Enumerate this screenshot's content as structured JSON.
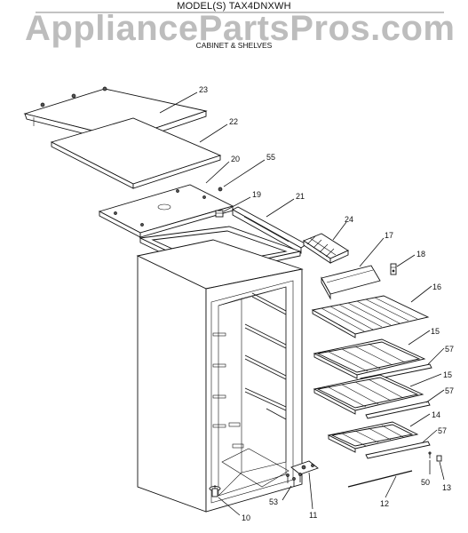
{
  "header": {
    "model": "MODEL(S) TAX4DNXWH",
    "watermark": "AppliancePartsPros.com",
    "section": "CABINET & SHELVES"
  },
  "callouts": [
    {
      "id": "c23",
      "number": "23"
    },
    {
      "id": "c22",
      "number": "22"
    },
    {
      "id": "c20",
      "number": "20"
    },
    {
      "id": "c55",
      "number": "55"
    },
    {
      "id": "c19",
      "number": "19"
    },
    {
      "id": "c21",
      "number": "21"
    },
    {
      "id": "c24",
      "number": "24"
    },
    {
      "id": "c17",
      "number": "17"
    },
    {
      "id": "c18",
      "number": "18"
    },
    {
      "id": "c16",
      "number": "16"
    },
    {
      "id": "c15a",
      "number": "15"
    },
    {
      "id": "c57a",
      "number": "57"
    },
    {
      "id": "c15b",
      "number": "15"
    },
    {
      "id": "c57b",
      "number": "57"
    },
    {
      "id": "c14",
      "number": "14"
    },
    {
      "id": "c57c",
      "number": "57"
    },
    {
      "id": "c50",
      "number": "50"
    },
    {
      "id": "c13",
      "number": "13"
    },
    {
      "id": "c12",
      "number": "12"
    },
    {
      "id": "c11",
      "number": "11"
    },
    {
      "id": "c53",
      "number": "53"
    },
    {
      "id": "c10",
      "number": "10"
    }
  ]
}
